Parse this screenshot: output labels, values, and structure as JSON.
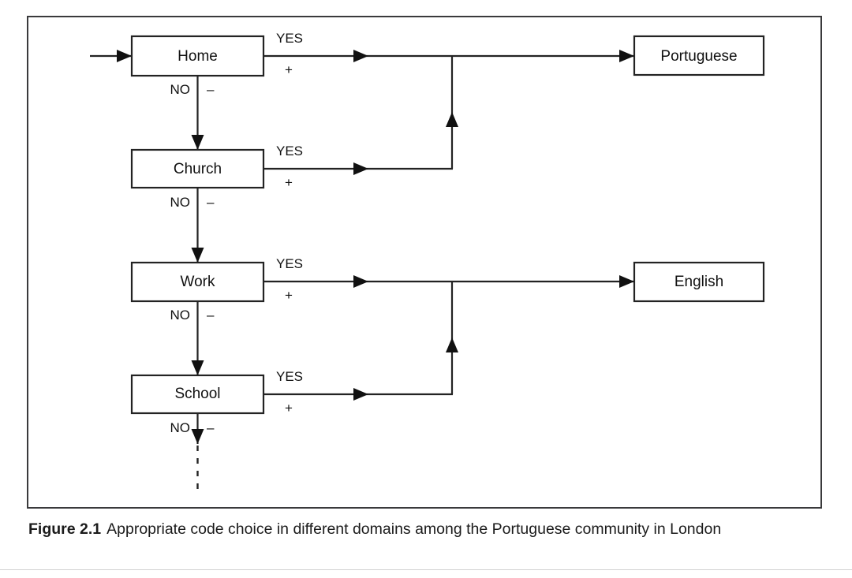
{
  "figure": {
    "number": "Figure 2.1",
    "caption": "Appropriate code choice in different domains among the Portuguese community in London"
  },
  "chart_data": {
    "type": "diagram",
    "subtype": "decision-flowchart",
    "title": "Appropriate code choice in different domains among the Portuguese community in London",
    "entry": {
      "label": "",
      "target": "Home"
    },
    "decision_nodes": [
      {
        "id": "home",
        "label": "Home",
        "yes_label": "YES",
        "yes_sign": "+",
        "no_label": "NO",
        "no_sign": "–",
        "yes_target": "Portuguese",
        "no_target": "Church"
      },
      {
        "id": "church",
        "label": "Church",
        "yes_label": "YES",
        "yes_sign": "+",
        "no_label": "NO",
        "no_sign": "–",
        "yes_target": "Portuguese",
        "no_target": "Work"
      },
      {
        "id": "work",
        "label": "Work",
        "yes_label": "YES",
        "yes_sign": "+",
        "no_label": "NO",
        "no_sign": "–",
        "yes_target": "English",
        "no_target": "School"
      },
      {
        "id": "school",
        "label": "School",
        "yes_label": "YES",
        "yes_sign": "+",
        "no_label": "NO",
        "no_sign": "–",
        "yes_target": "English",
        "no_target": "(continues)"
      }
    ],
    "outcome_nodes": [
      {
        "id": "portuguese",
        "label": "Portuguese"
      },
      {
        "id": "english",
        "label": "English"
      }
    ],
    "terminal": {
      "style": "dashed",
      "label": ""
    },
    "notes": "YES branches (marked +) lead right to a language outcome; NO branches (marked –) lead down to the next domain. Home and Church both route to Portuguese; Work and School both route to English."
  }
}
